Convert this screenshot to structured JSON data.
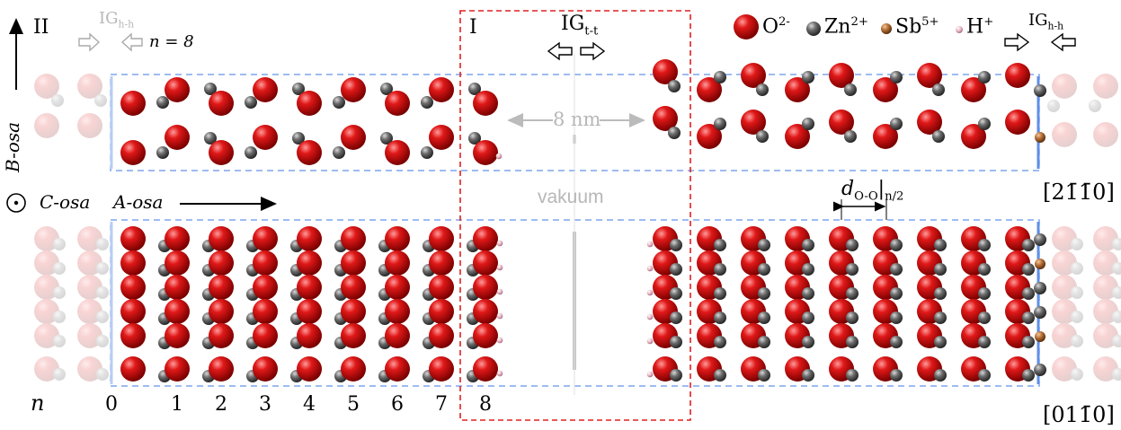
{
  "labels": {
    "panel_II": "II",
    "panel_I": "I",
    "ig_hh_left": "IG",
    "ig_hh_left_sub": "h-h",
    "n_equals": "n = 8",
    "ig_tt": "IG",
    "ig_tt_sub": "t-t",
    "ig_hh_right": "IG",
    "ig_hh_right_sub": "h-h",
    "gap_8nm": "8 nm",
    "vacuum": "vakuum",
    "b_axis": "B-osa",
    "c_axis": "C-osa",
    "a_axis": "A-osa",
    "d_label": "d",
    "d_sub": "O-O",
    "d_sub2": "n/2",
    "dir_top": "[21̄1̄0]",
    "dir_bottom": "[011̄0]",
    "n_symbol": "n"
  },
  "legend": [
    {
      "ion": "O",
      "charge": "2-",
      "color": "#d11a1a"
    },
    {
      "ion": "Zn",
      "charge": "2+",
      "color": "#5c5c5c"
    },
    {
      "ion": "Sb",
      "charge": "5+",
      "color": "#b8733a"
    },
    {
      "ion": "H",
      "charge": "+",
      "color": "#e6b3c0"
    }
  ],
  "layer_numbers": [
    "0",
    "1",
    "2",
    "3",
    "4",
    "5",
    "6",
    "7",
    "8"
  ]
}
